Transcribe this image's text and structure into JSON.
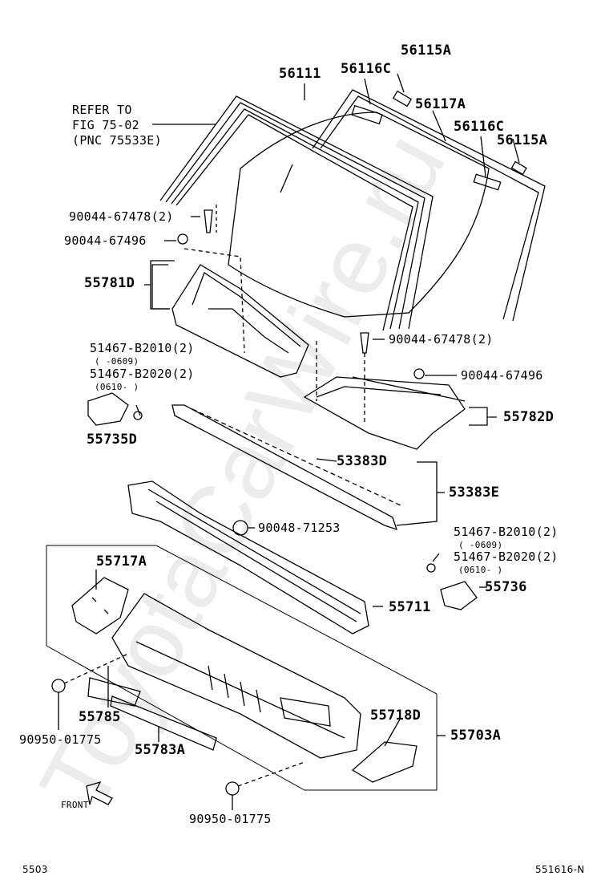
{
  "labels": {
    "p56115A_top": "56115A",
    "p56111": "56111",
    "p56116C_top": "56116C",
    "p56117A": "56117A",
    "p56116C_right": "56116C",
    "p56115A_right": "56115A",
    "refer_line1": "REFER TO",
    "refer_line2": "FIG 75-02",
    "refer_line3": "(PNC 75533E)",
    "p90044_67478_a": "90044-67478(2)",
    "p90044_67496_a": "90044-67496",
    "p55781D": "55781D",
    "p90044_67478_b": "90044-67478(2)",
    "p51467_B2010_a": "51467-B2010(2)",
    "p0609_a": "( -0609)",
    "p51467_B2020_a": "51467-B2020(2)",
    "p0610_a": "(0610- )",
    "p90044_67496_b": "90044-67496",
    "p55735D": "55735D",
    "p55782D": "55782D",
    "p53383D": "53383D",
    "p53383E": "53383E",
    "p90048_71253": "90048-71253",
    "p51467_B2010_b": "51467-B2010(2)",
    "p0609_b": "( -0609)",
    "p51467_B2020_b": "51467-B2020(2)",
    "p0610_b": "(0610- )",
    "p55717A": "55717A",
    "p55736": "55736",
    "p55711": "55711",
    "p55785": "55785",
    "p90950_01775_a": "90950-01775",
    "p55783A": "55783A",
    "p55718D": "55718D",
    "p55703A": "55703A",
    "p90950_01775_b": "90950-01775",
    "front": "FRONT"
  },
  "footer": {
    "left": "5503",
    "right": "551616-N"
  },
  "watermark_text": "ToyotaCarWire.ru",
  "colors": {
    "line": "#000000",
    "watermark": "#e6e6e6"
  }
}
